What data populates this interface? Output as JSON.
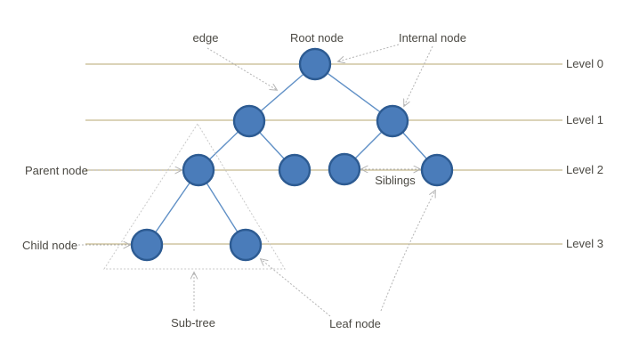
{
  "labels": {
    "edge": "edge",
    "root_node": "Root node",
    "internal_node": "Internal node",
    "parent_node": "Parent node",
    "child_node": "Child node",
    "siblings": "Siblings",
    "sub_tree": "Sub-tree",
    "leaf_node": "Leaf node"
  },
  "levels": [
    {
      "label": "Level 0"
    },
    {
      "label": "Level 1"
    },
    {
      "label": "Level 2"
    },
    {
      "label": "Level 3"
    }
  ],
  "colors": {
    "node_fill": "#4a7cba",
    "node_border": "#2d5b92",
    "tree_edge": "#6090c6",
    "level_line": "#c5b98e",
    "annotation_line": "#b4b4b4",
    "text": "#4b4943",
    "background": "#ffffff"
  }
}
